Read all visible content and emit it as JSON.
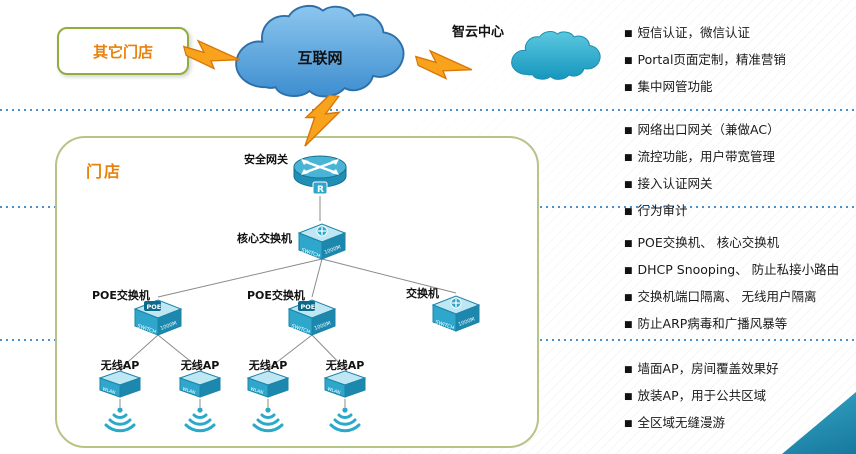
{
  "nodes": {
    "other_stores": "其它门店",
    "internet": "互联网",
    "cloud_center": "智云中心",
    "store": "门店",
    "gateway": {
      "label": "安全网关",
      "badge": "R"
    },
    "switches": [
      {
        "label": "核心交换机",
        "face": "SWITCH",
        "speed": "1000M"
      },
      {
        "label": "POE交换机",
        "badge": "POE",
        "face": "SWITCH",
        "speed": "1000M"
      },
      {
        "label": "POE交换机",
        "badge": "POE",
        "face": "SWITCH",
        "speed": "1000M"
      },
      {
        "label": "交换机",
        "face": "SWITCH",
        "speed": "1000M"
      }
    ],
    "aps": [
      {
        "label": "无线AP",
        "face": "WLAN"
      },
      {
        "label": "无线AP",
        "face": "WLAN"
      },
      {
        "label": "无线AP",
        "face": "WLAN"
      },
      {
        "label": "无线AP",
        "face": "WLAN"
      }
    ]
  },
  "feature_groups": [
    {
      "items": [
        "短信认证，微信认证",
        "Portal页面定制，精准营销",
        "集中网管功能"
      ]
    },
    {
      "items": [
        "网络出口网关（兼做AC）",
        "流控功能，用户带宽管理",
        "接入认证网关",
        "行为审计"
      ]
    },
    {
      "items": [
        "POE交换机、 核心交换机",
        "DHCP Snooping、 防止私接小路由",
        "交换机端口隔离、 无线用户隔离",
        "防止ARP病毒和广播风暴等"
      ]
    },
    {
      "items": [
        "墙面AP，房间覆盖效果好",
        "放装AP，用于公共区域",
        "全区域无缝漫游"
      ]
    }
  ],
  "colors": {
    "accent_orange": "#e8820c",
    "device_teal": "#2fa7cc",
    "cloud_blue": "#3e8ed0",
    "cloud_teal": "#1fa9cc",
    "bolt_orange": "#f9a21b",
    "dotted_blue": "#4a90d0",
    "box_green": "#8fae3e"
  }
}
